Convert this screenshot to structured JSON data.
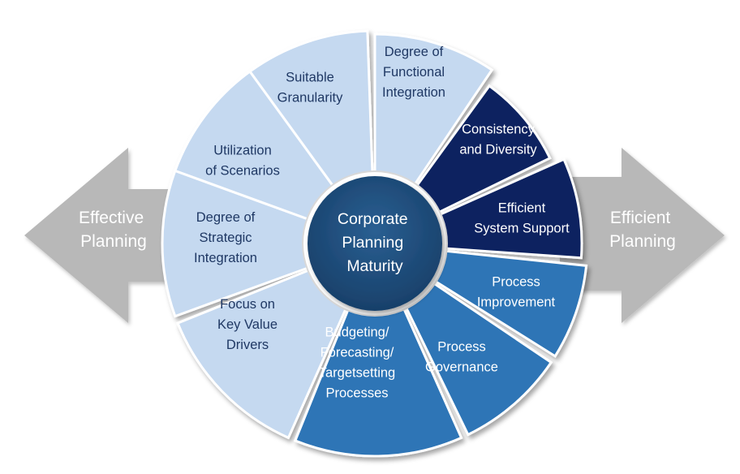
{
  "arrows": {
    "left": {
      "lines": [
        "Effective",
        "Planning"
      ]
    },
    "right": {
      "lines": [
        "Efficient",
        "Planning"
      ]
    }
  },
  "center": {
    "lines": [
      "Corporate",
      "Planning",
      "Maturity"
    ]
  },
  "segments": [
    {
      "id": "degree-of-strategic-integration",
      "lines": [
        "Degree of",
        "Strategic",
        "Integration"
      ],
      "tone": "light"
    },
    {
      "id": "utilization-of-scenarios",
      "lines": [
        "Utilization",
        "of Scenarios"
      ],
      "tone": "light"
    },
    {
      "id": "suitable-granularity",
      "lines": [
        "Suitable",
        "Granularity"
      ],
      "tone": "light"
    },
    {
      "id": "degree-of-functional-integration",
      "lines": [
        "Degree of",
        "Functional",
        "Integration"
      ],
      "tone": "light"
    },
    {
      "id": "consistency-and-diversity",
      "lines": [
        "Consistency",
        "and Diversity"
      ],
      "tone": "dark"
    },
    {
      "id": "efficient-system-support",
      "lines": [
        "Efficient",
        "System Support"
      ],
      "tone": "dark"
    },
    {
      "id": "process-improvement",
      "lines": [
        "Process",
        "Improvement"
      ],
      "tone": "medium"
    },
    {
      "id": "process-governance",
      "lines": [
        "Process",
        "Governance"
      ],
      "tone": "medium"
    },
    {
      "id": "budgeting-forecasting-targetsetting-processes",
      "lines": [
        "Budgeting/",
        "Forecasting/",
        "Targetsetting",
        "Processes"
      ],
      "tone": "medium"
    },
    {
      "id": "focus-on-key-value-drivers",
      "lines": [
        "Focus on",
        "Key Value",
        "Drivers"
      ],
      "tone": "light"
    }
  ],
  "colors": {
    "light": "#c5d9f0",
    "medium": "#2e75b6",
    "dark": "#0c2461",
    "center": "#1f4e79",
    "arrow": "#b8b8b8",
    "light_text": "#1f3864",
    "dark_text": "#ffffff"
  }
}
